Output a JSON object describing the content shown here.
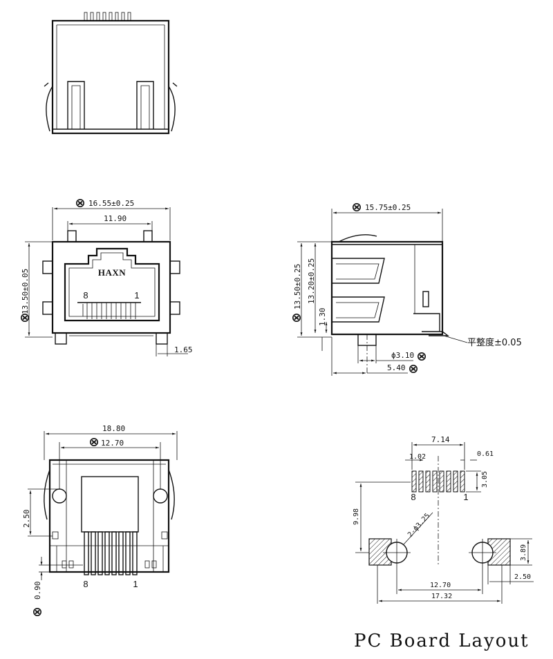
{
  "title": "PC Board Layout",
  "front_view": {
    "brand": "HAXN",
    "pin_left": "8",
    "pin_right": "1",
    "overall_width": "16.55±0.25",
    "inner_width": "11.90",
    "height": "13.50±0.05",
    "foot_width": "1.65"
  },
  "side_view": {
    "length": "15.75±0.25",
    "height_overall": "13.50±0.25",
    "height_body": "13.20±0.25",
    "standoff": "1.30",
    "post_dia": "ϕ3.10",
    "post_offset": "5.40",
    "flatness_note": "平整度±0.05"
  },
  "bottom_view": {
    "overall_width": "18.80",
    "post_spacing": "12.70",
    "depth": "2.50",
    "pin_offset": "0.90",
    "pin_left": "8",
    "pin_right": "1"
  },
  "pcb_layout": {
    "pad_span": "7.14",
    "pad_pitch": "1.02",
    "pad_width": "0.61",
    "pad_height": "3.05",
    "row_to_holes": "9.98",
    "hole_dia": "2-ϕ3.25",
    "hole_spacing": "12.70",
    "total_width": "17.32",
    "pad_size": "3.89",
    "pad_offset": "2.50",
    "pin_left": "8",
    "pin_right": "1"
  },
  "icons": {
    "critical_dim": "critical-dimension-symbol"
  }
}
